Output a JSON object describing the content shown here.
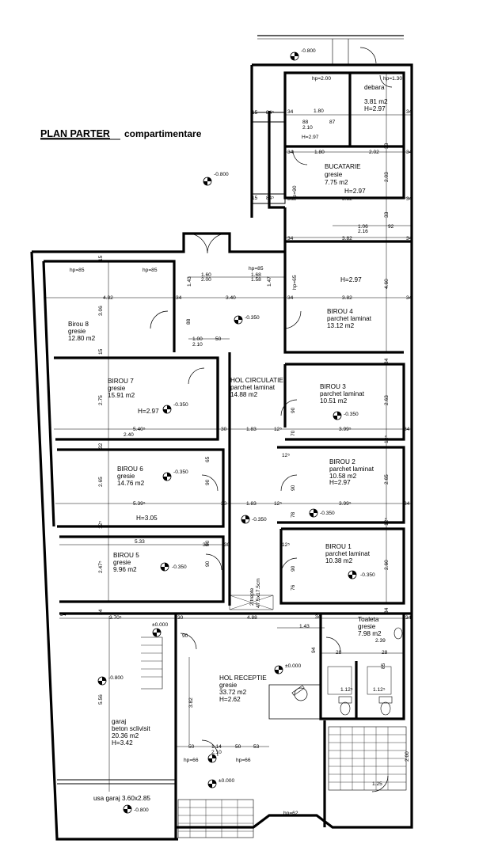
{
  "title": {
    "main": "PLAN PARTER",
    "sub": "compartimentare"
  },
  "rooms": {
    "debara": {
      "name": "debara",
      "area": "3.81 m2",
      "height": "H=2.97"
    },
    "bucatarie": {
      "name": "BUCATARIE",
      "finish": "gresie",
      "area": "7.75 m2",
      "height": "H=2.97"
    },
    "birou4": {
      "name": "BIROU 4",
      "finish": "parchet laminat",
      "area": "13.12 m2",
      "height": "H=2.97"
    },
    "birou8": {
      "name": "Birou 8",
      "finish": "gresie",
      "area": "12.80 m2"
    },
    "hol_circulatie": {
      "name": "HOL CIRCULATIE",
      "finish": "parchet laminat",
      "area": "14.88 m2"
    },
    "birou7": {
      "name": "BIROU 7",
      "finish": "gresie",
      "area": "15.91 m2",
      "height": "H=2.97"
    },
    "birou3": {
      "name": "BIROU 3",
      "finish": "parchet laminat",
      "area": "10.51 m2"
    },
    "birou6": {
      "name": "BIROU 6",
      "finish": "gresie",
      "area": "14.76 m2",
      "height": "H=3.05"
    },
    "birou2": {
      "name": "BIROU 2",
      "finish": "parchet laminat",
      "area": "10.58 m2",
      "height": "H=2.97"
    },
    "birou5": {
      "name": "BIROU 5",
      "finish": "gresie",
      "area": "9.96 m2"
    },
    "birou1": {
      "name": "BIROU 1",
      "finish": "parchet laminat",
      "area": "10.38 m2"
    },
    "toaleta": {
      "name": "Toaleta",
      "finish": "gresie",
      "area": "7.98 m2"
    },
    "hol_receptie": {
      "name": "HOL RECEPTIE",
      "finish": "gresie",
      "area": "33.72 m2",
      "height": "H=2.62"
    },
    "garaj": {
      "name": "garaj",
      "finish": "beton sclivisit",
      "area": "20.36 m2",
      "height": "H=3.42"
    }
  },
  "notes": {
    "garage_door": "usa garaj 3.60x2.85",
    "stairs": "2 trepte",
    "stairs_size": "47.5x17.5cm",
    "extra_height": "H=2.97"
  },
  "levels": {
    "m080": "-0.800",
    "m035": "-0.350",
    "zero": "±0.000",
    "m350": "-0.350"
  },
  "dims": {
    "d_1_80": "1.80",
    "d_2_02": "2.02",
    "d_2_10": "2.10",
    "d_88": "88",
    "d_87": "87",
    "d_3_82": "3.82",
    "d_1_06": "1.06",
    "d_92": "92",
    "d_2_16": "2.16",
    "d_4_32": "4.32",
    "d_3_40": "3.40",
    "d_1_60": "1.60",
    "d_2_00": "2.00",
    "d_1_68": "1.68",
    "d_1_58": "1.58",
    "d_1_00": "1.00",
    "d_50": "50",
    "d_5_40": "5.40⁵",
    "d_2_40": "2.40",
    "d_1_83": "1.83",
    "d_3_99": "3.99⁵",
    "d_5_39": "5.39⁵",
    "d_5_33": "5.33",
    "d_3_70": "3.70⁵",
    "d_4_88": "4.88",
    "d_1_43": "1.43",
    "d_2_39": "2.39",
    "d_30": "30",
    "d_34": "34",
    "d_12": "12⁵",
    "d_4_60": "4.60",
    "d_2_63": "2.63",
    "d_2_65": "2.65",
    "d_2_60": "2.60",
    "d_3_06": "3.06",
    "d_2_75": "2.75",
    "d_2_47": "2.47⁵",
    "d_5_56": "5.56",
    "d_3_82v": "3.82",
    "d_15": "15",
    "d_84": "84⁵",
    "d_2_03": "2.03",
    "d_1_14": "1.14",
    "d_53": "53",
    "d_2_00b": "2.00",
    "d_1_25": "1.25",
    "d_28": "28",
    "d_32": "32",
    "d_70": "70",
    "d_76": "76",
    "d_78": "78",
    "d_90": "90",
    "d_65": "65",
    "d_85": "85",
    "d_1_12": "1.12⁵",
    "d_94": "94",
    "d_2_97h": "H=2.97",
    "d_33": "33",
    "d_1_47": "1.47"
  },
  "hp": {
    "hp200": "hp=2.00",
    "hp30": "hp=1.30",
    "hp85": "hp=85",
    "hp90": "hp=90",
    "hp65": "hp=65",
    "hp66": "hp=66",
    "hp62": "hp=62"
  },
  "icons": [
    "level-marker-icon",
    "door-swing-icon",
    "toilet-icon",
    "stairs-icon",
    "chair-icon"
  ]
}
